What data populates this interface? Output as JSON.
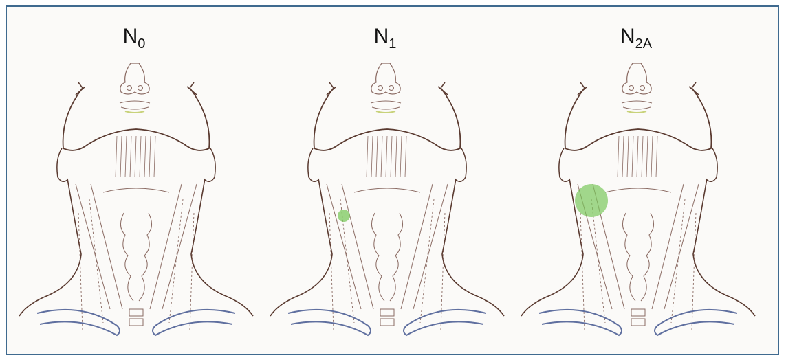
{
  "panels": [
    {
      "label_main": "N",
      "label_sub": "0"
    },
    {
      "label_main": "N",
      "label_sub": "1"
    },
    {
      "label_main": "N",
      "label_sub": "2A"
    }
  ],
  "colors": {
    "border": "#3f6a8f",
    "outline": "#5a3a30",
    "detail": "#8a6a62",
    "clavicle": "#5f6f9f",
    "node": "#7bc85c"
  }
}
